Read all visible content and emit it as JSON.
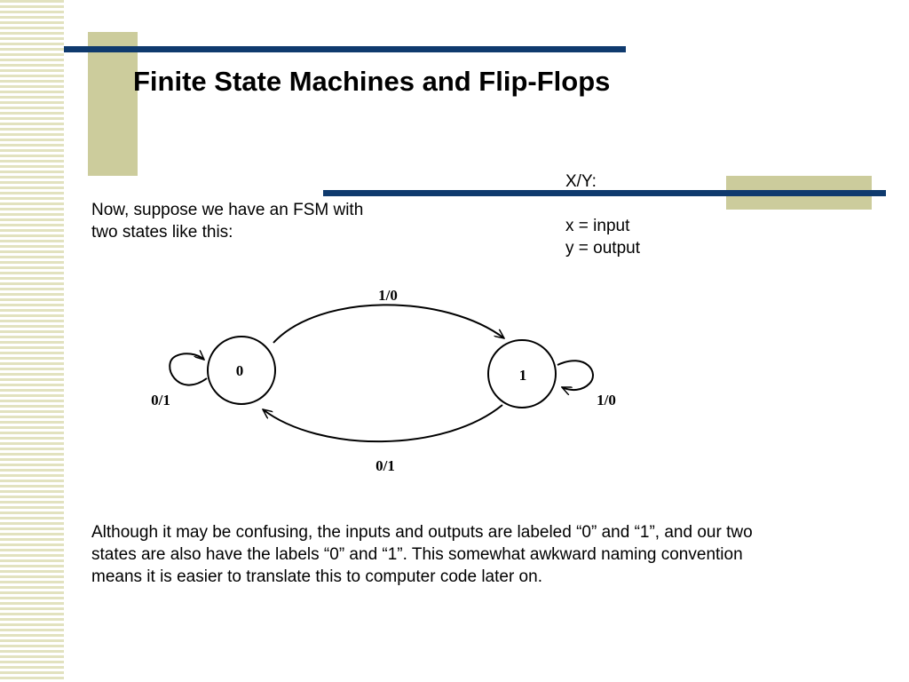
{
  "title": "Finite State Machines and Flip-Flops",
  "intro_text": "Now, suppose we have an FSM with two states like this:",
  "legend": {
    "heading": "X/Y:",
    "lines": [
      "x = input",
      "y = output"
    ]
  },
  "diagram": {
    "states": [
      "0",
      "1"
    ],
    "transitions": [
      {
        "from": "0",
        "to": "1",
        "label": "1/0"
      },
      {
        "from": "1",
        "to": "0",
        "label": "0/1"
      },
      {
        "from": "0",
        "to": "0",
        "label": "0/1"
      },
      {
        "from": "1",
        "to": "1",
        "label": "1/0"
      }
    ]
  },
  "note_text": "Although it may be confusing, the inputs and outputs are labeled “0” and “1”, and our two states are also have the labels “0” and “1”.  This somewhat awkward naming convention means it is easier to translate this to computer code later on.",
  "colors": {
    "rule": "#0f3a6e",
    "accent": "#cccc9c",
    "stripe": "#e2e2bf"
  }
}
